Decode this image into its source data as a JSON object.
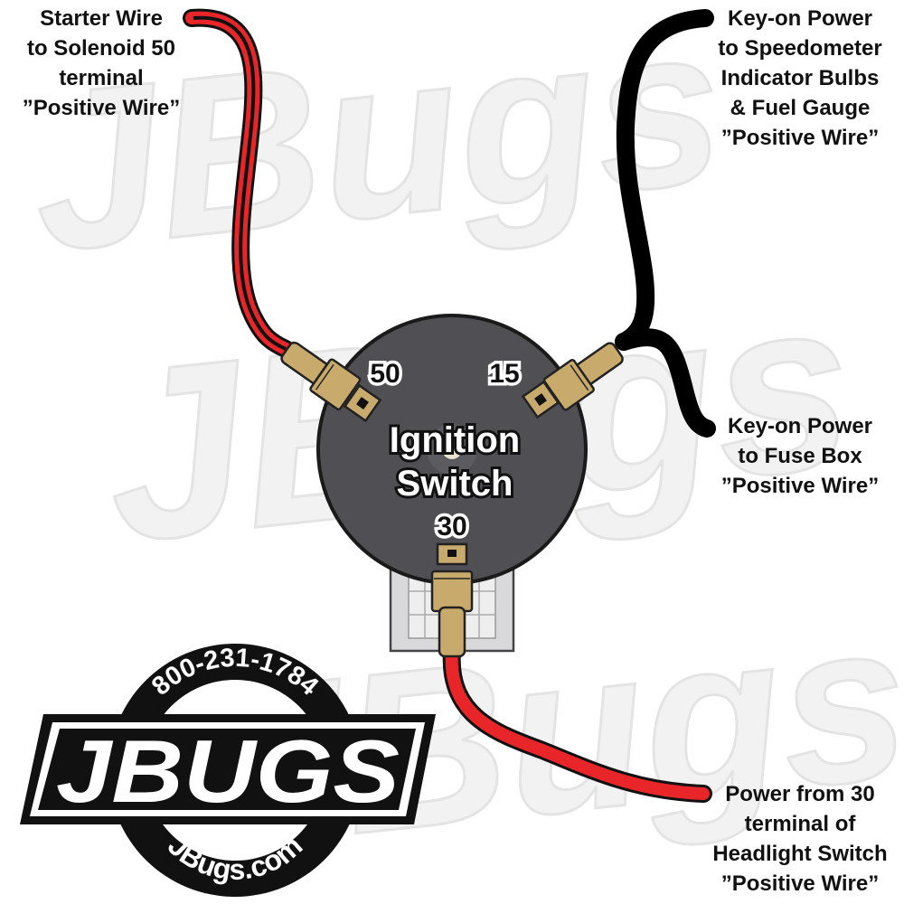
{
  "labels": {
    "starter_wire": [
      "Starter Wire",
      "to Solenoid 50",
      "terminal",
      "”Positive Wire”"
    ],
    "speedometer_power": [
      "Key-on Power",
      "to Speedometer",
      "Indicator Bulbs",
      "& Fuel Gauge",
      "”Positive Wire”"
    ],
    "fuse_box_power": [
      "Key-on Power",
      "to Fuse Box",
      "”Positive Wire”"
    ],
    "headlight_power": [
      "Power from 30",
      "terminal of",
      "Headlight Switch",
      "”Positive Wire”"
    ]
  },
  "switch": {
    "title_line1": "Ignition",
    "title_line2": "Switch",
    "terminal_50": "50",
    "terminal_15": "15",
    "terminal_30": "30"
  },
  "logo": {
    "phone": "800-231-1784",
    "brand": "JBUGS",
    "website": "JBugs.com",
    "watermark": "JBugs"
  },
  "colors": {
    "red_wire": "#e8262a",
    "black_wire": "#000000",
    "switch_body": "#505054",
    "brass": "#c8ab6c",
    "bracket": "#d9d9db",
    "watermark": "#f1f1f1"
  }
}
